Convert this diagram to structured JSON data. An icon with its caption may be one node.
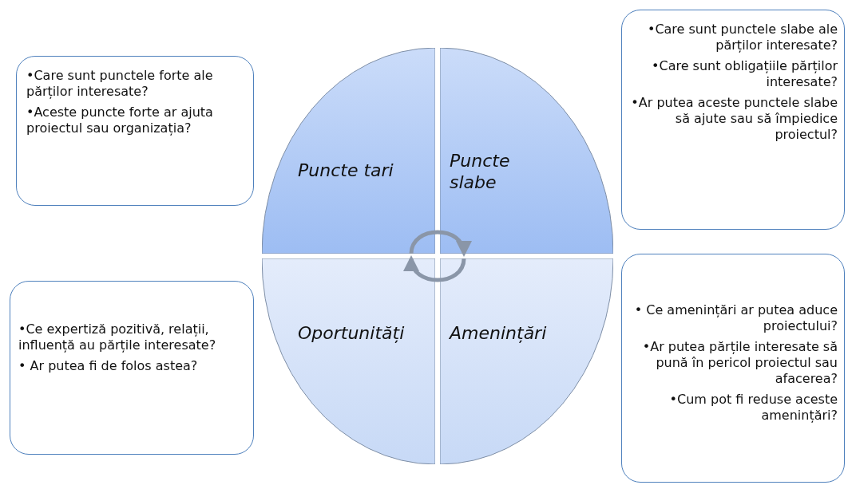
{
  "diagram": {
    "nodes": [
      {
        "text": [
          "Puncte tari"
        ]
      },
      {
        "text": [
          "Puncte slabe"
        ]
      },
      {
        "text": [
          "Oportunități"
        ]
      },
      {
        "text": [
          "Amenințări"
        ]
      },
      {
        "text": [
          "•Care sunt punctele forte ale părților interesate?",
          "•Aceste puncte forte ar ajuta proiectul sau organizația?"
        ]
      },
      {
        "text": [
          "•Care sunt punctele slabe ale părților interesate?",
          "•Care sunt obligațiile părților interesate?",
          "•Ar putea aceste punctele slabe să ajute sau să împiedice proiectul?"
        ]
      },
      {
        "text": [
          "•Ce expertiză pozitivă, relații, influență au părțile interesate?",
          "• Ar putea fi de folos astea?"
        ]
      },
      {
        "text": [
          "• Ce amenințări ar putea aduce proiectului?",
          "•Ar putea părțile interesate să pună în pericol proiectul sau afacerea?",
          "•Cum pot fi reduse aceste amenințări?"
        ]
      }
    ],
    "edges": [
      {
        "from": 0,
        "to": 1,
        "arrow": "to"
      },
      {
        "from": 3,
        "to": 2,
        "arrow": "to"
      }
    ]
  }
}
